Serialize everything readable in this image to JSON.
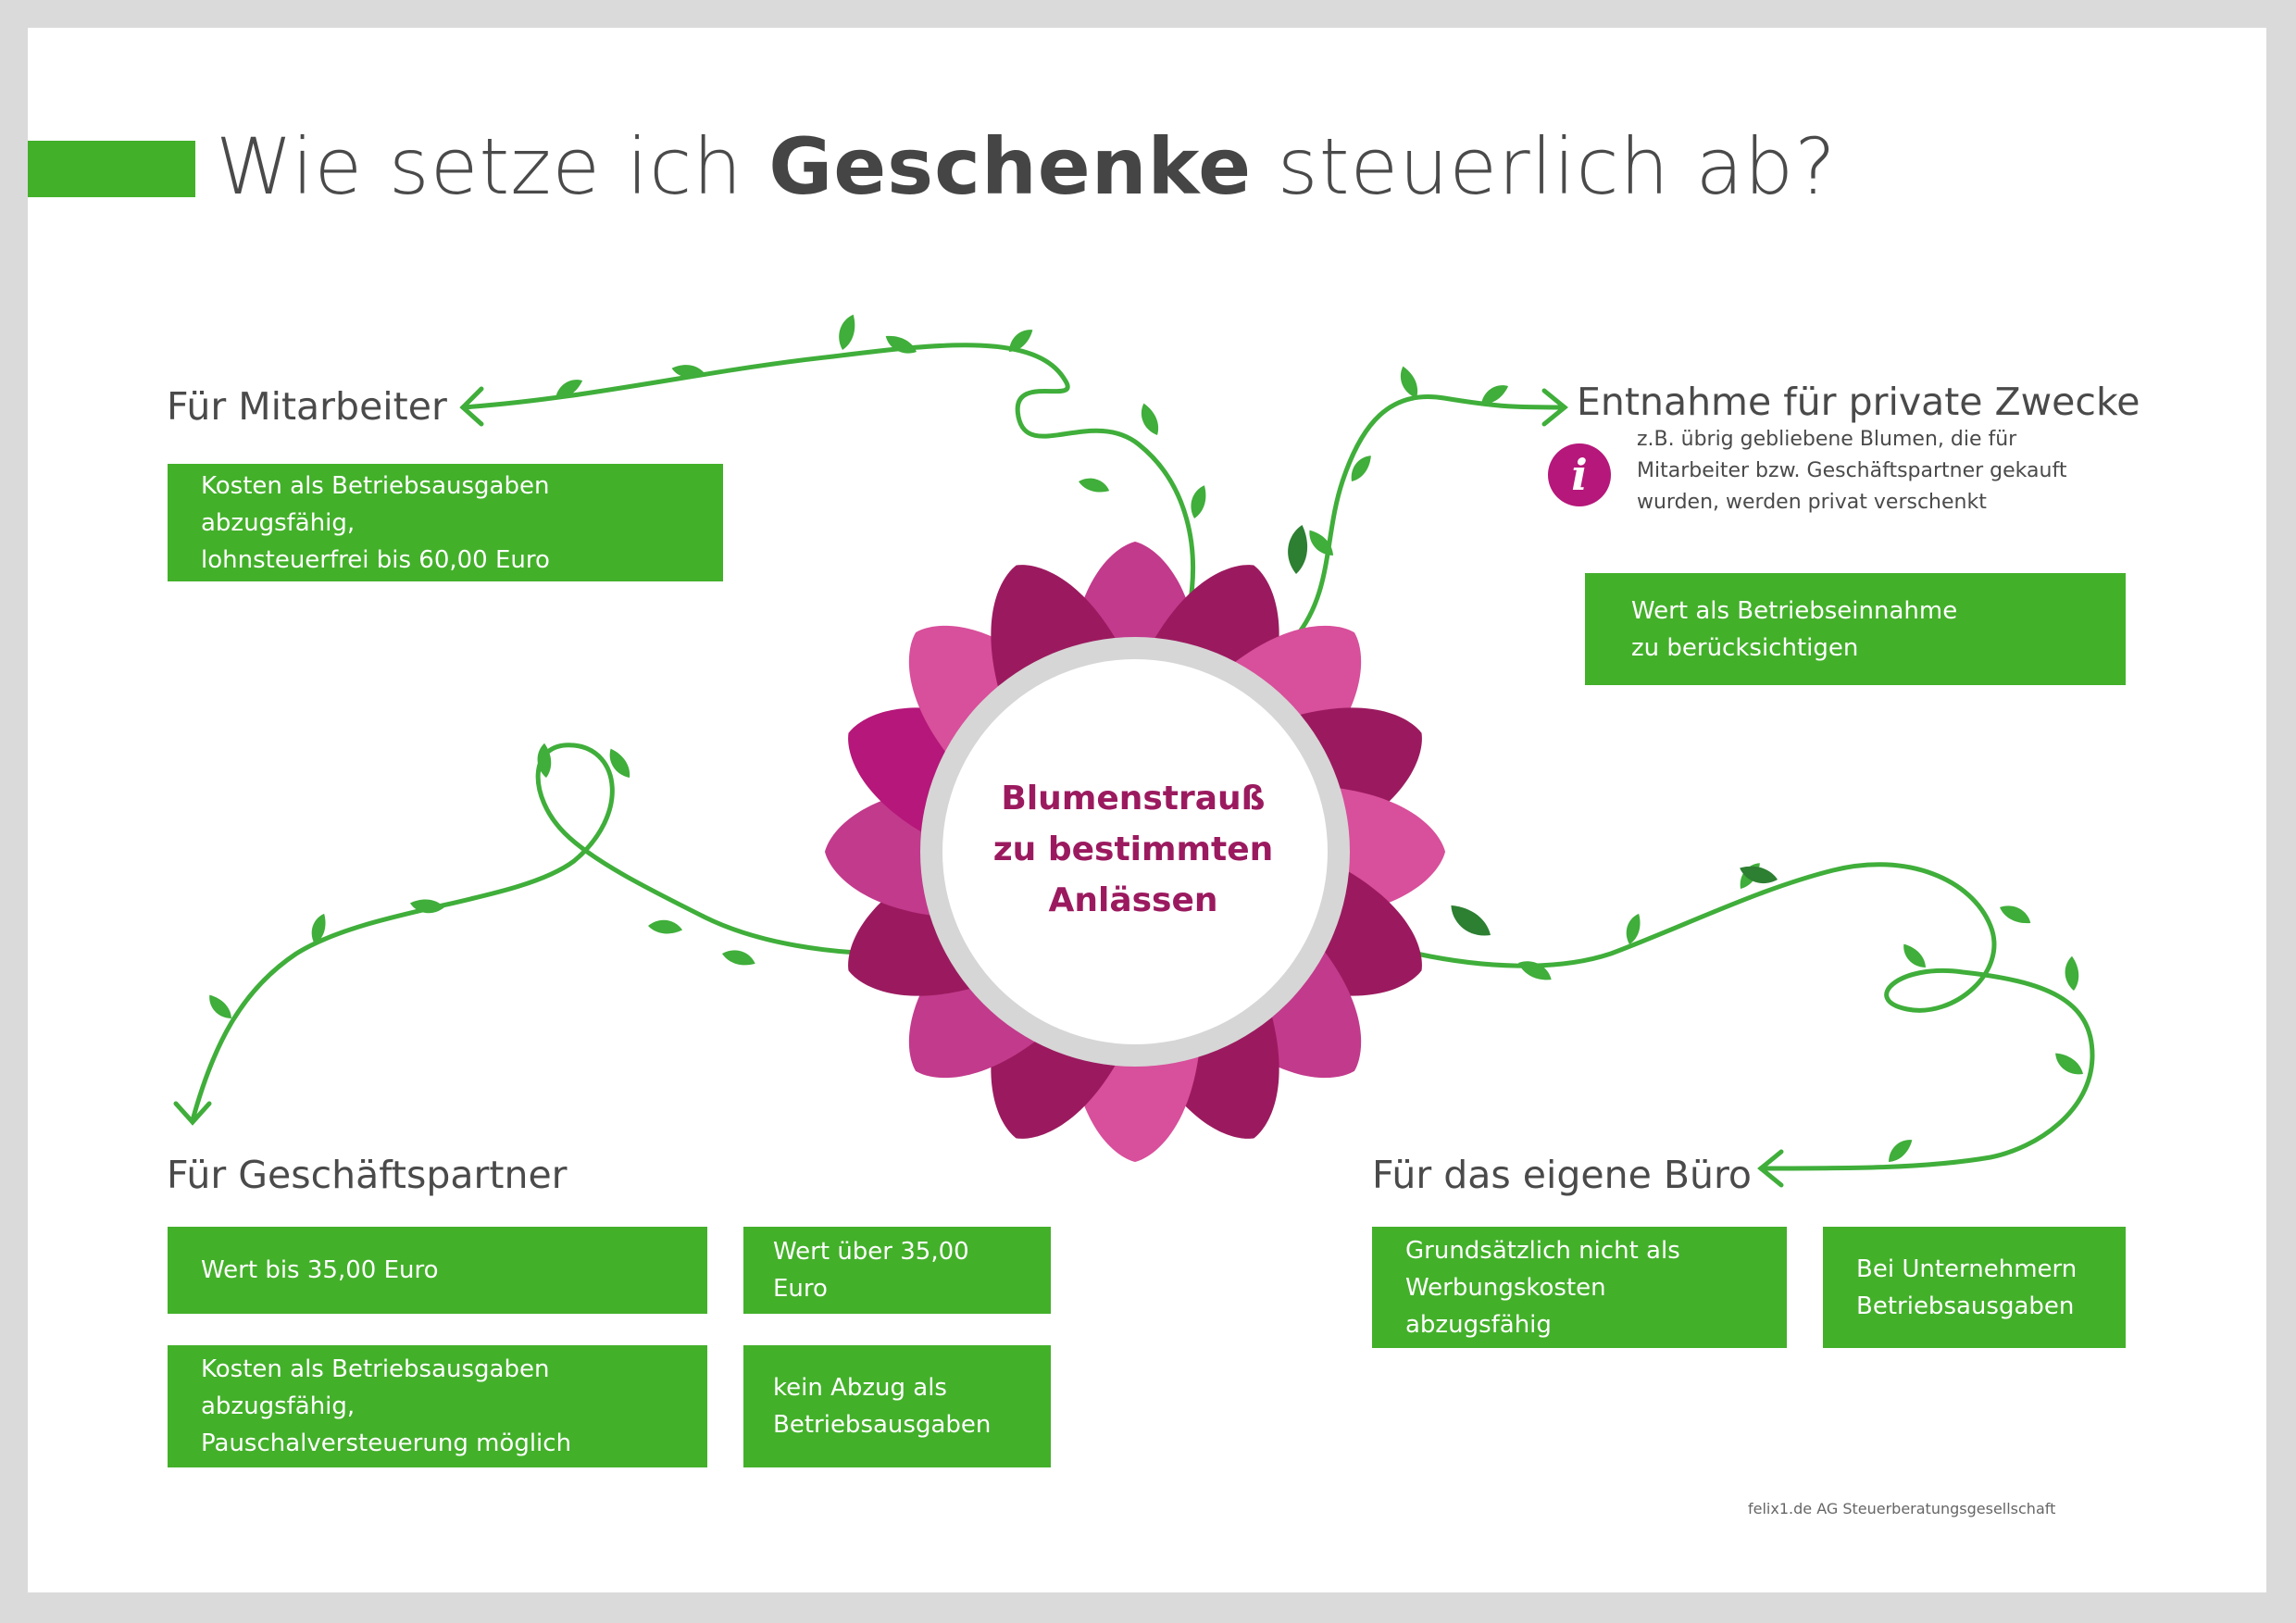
{
  "title": {
    "prefix": "Wie setze ich ",
    "bold": "Geschenke",
    "suffix": " steuerlich ab?"
  },
  "center": {
    "label": "Blumenstrauß\nzu bestimmten\nAnlässen"
  },
  "sections": {
    "mitarbeiter": {
      "heading": "Für Mitarbeiter",
      "box": "Kosten als Betriebsausgaben abzugsfähig,\nlohnsteuerfrei bis 60,00 Euro"
    },
    "entnahme": {
      "heading": "Entnahme für private Zwecke",
      "info_icon": "info-icon",
      "info_text": "z.B. übrig gebliebene Blumen, die für\nMitarbeiter bzw. Geschäftspartner gekauft\nwurden, werden privat verschenkt",
      "box": "Wert als Betriebseinnahme\nzu berücksichtigen"
    },
    "geschaeftspartner": {
      "heading": "Für Geschäftspartner",
      "box_low_header": "Wert bis 35,00 Euro",
      "box_high_header": "Wert über 35,00 Euro",
      "box_low_body": "Kosten als Betriebsausgaben abzugsfähig,\nPauschalversteuerung möglich",
      "box_high_body": "kein Abzug als\nBetriebsausgaben"
    },
    "buero": {
      "heading": "Für das eigene Büro",
      "box_left": "Grundsätzlich nicht als\nWerbungskosten abzugsfähig",
      "box_right": "Bei Unternehmern\nBetriebsausgaben"
    }
  },
  "footer": "felix1.de AG Steuerberatungsgesellschaft",
  "colors": {
    "green": "#43b02a",
    "vine": "#3fae3a",
    "leaf_dark": "#2d7f32",
    "magenta_dark": "#9b1a5f",
    "magenta_mid": "#c23a8c",
    "magenta_light": "#d84f9b",
    "ring": "#d6d6d6"
  }
}
